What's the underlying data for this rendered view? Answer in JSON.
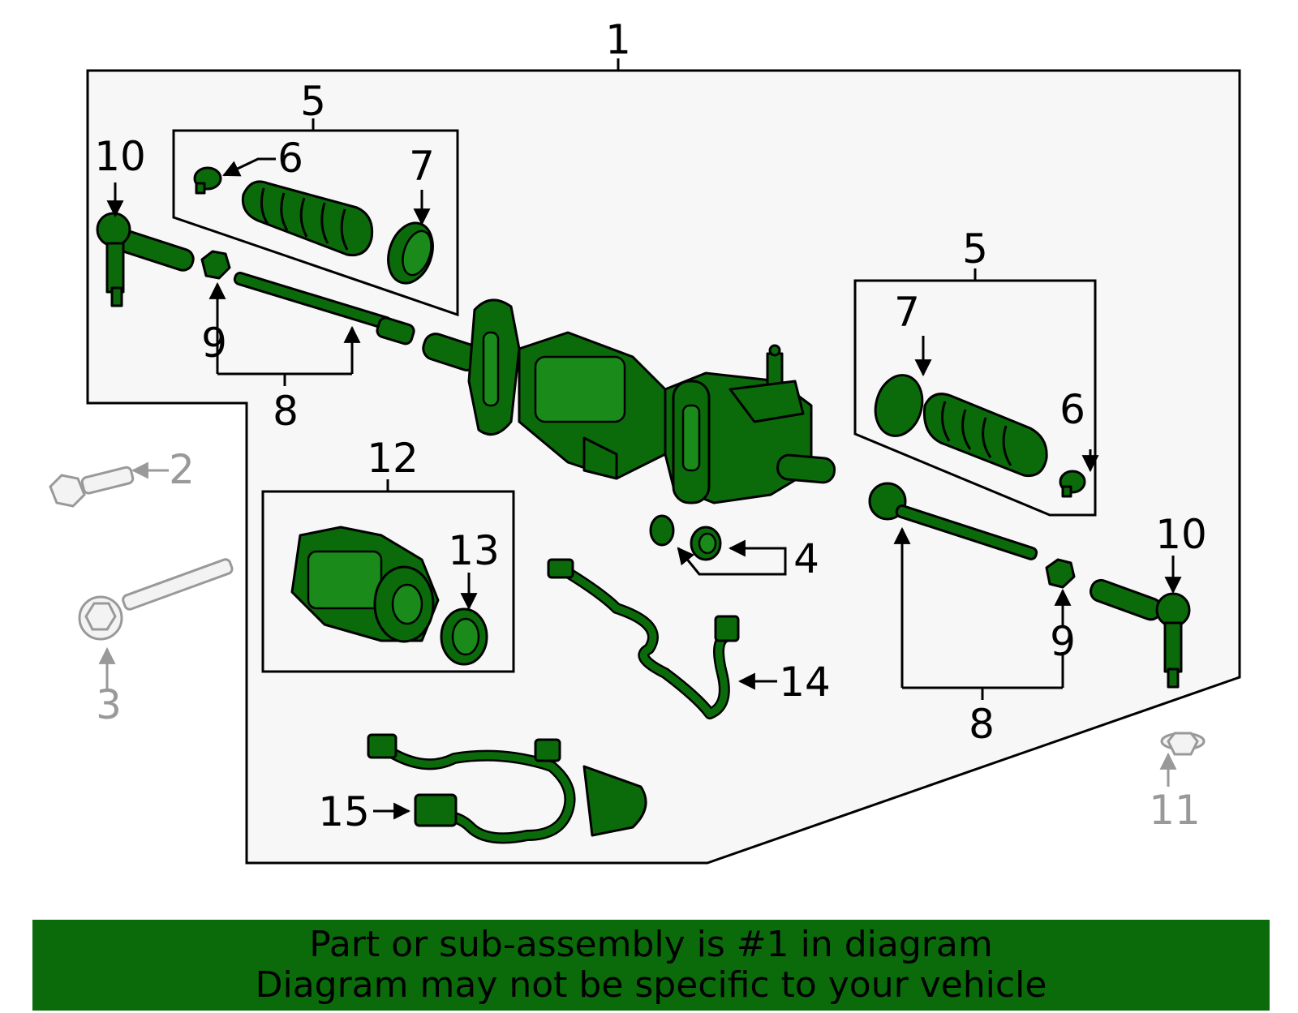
{
  "callouts": {
    "c1": "1",
    "c2": "2",
    "c3": "3",
    "c4": "4",
    "c5a": "5",
    "c5b": "5",
    "c6a": "6",
    "c6b": "6",
    "c7a": "7",
    "c7b": "7",
    "c8a": "8",
    "c8b": "8",
    "c9a": "9",
    "c9b": "9",
    "c10a": "10",
    "c10b": "10",
    "c11": "11",
    "c12": "12",
    "c13": "13",
    "c14": "14",
    "c15": "15"
  },
  "banner": {
    "line1": "Part or sub-assembly is #1 in diagram",
    "line2": "Diagram may not be specific to your vehicle"
  },
  "colors": {
    "highlight": "#0b6b0b",
    "non_included": "#999999",
    "panel": "#f7f7f7"
  }
}
